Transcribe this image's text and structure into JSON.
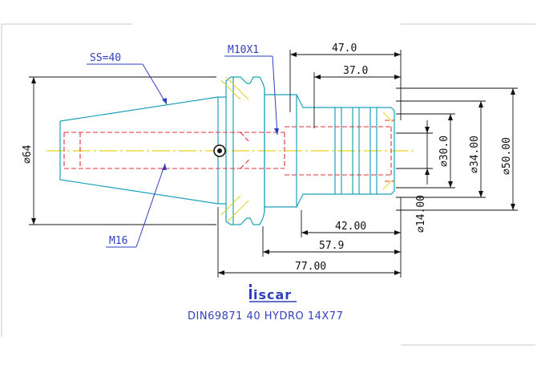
{
  "colors": {
    "outline": "#1aa3b8",
    "hidden": "#e0323a",
    "center": "#e6d21a",
    "dimension": "#111111",
    "callout": "#2f3fc0",
    "hatch": "#e6d21a"
  },
  "callouts": {
    "taper": "SS=40",
    "thread_top": "M10X1",
    "thread_bottom": "M16"
  },
  "dimensions": {
    "top_overall": "47.0",
    "top_inner": "37.0",
    "dia_30": "⌀30.0",
    "dia_34": "⌀34.00",
    "dia_50": "⌀50.00",
    "dia_14": "⌀14.00",
    "dia_64": "⌀64",
    "len_42": "42.00",
    "len_57": "57.9",
    "len_77": "77.00"
  },
  "logo": {
    "text": "iscar",
    "icon": "iscar-logo-icon"
  },
  "caption": "DIN69871  40  HYDRO  14X77"
}
